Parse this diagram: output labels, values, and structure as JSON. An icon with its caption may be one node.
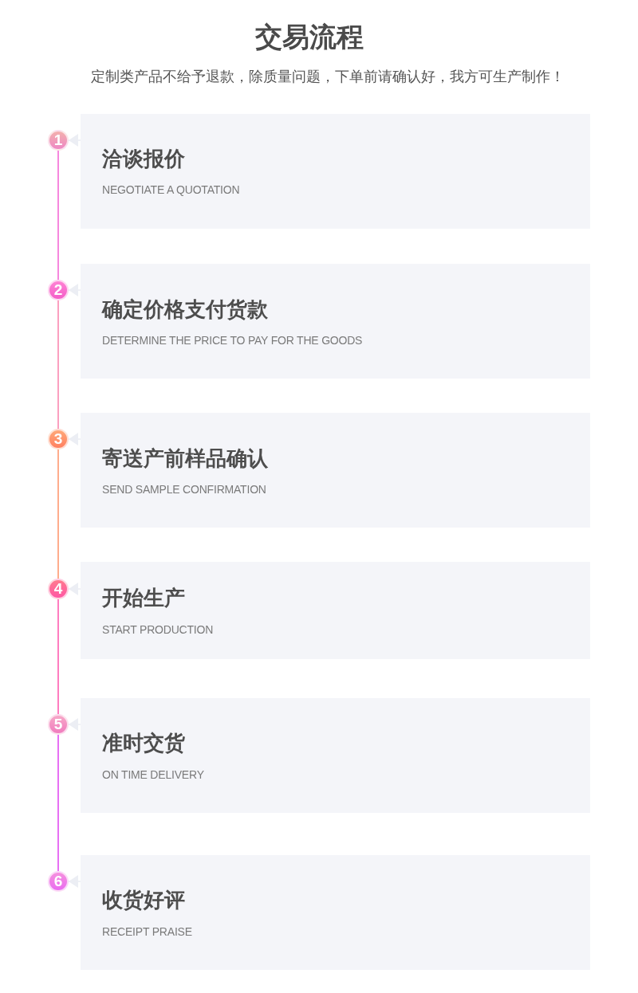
{
  "diagram": {
    "title": "交易流程",
    "nodes": [
      {
        "text": [
          "1"
        ]
      },
      {
        "text": [
          "洽谈报价",
          "NEGOTIATE A QUOTATION"
        ]
      },
      {
        "text": [
          "2"
        ]
      },
      {
        "text": [
          "确定价格支付货款",
          "DETERMINE THE PRICE TO PAY FOR THE GOODS"
        ]
      },
      {
        "text": [
          "3"
        ]
      },
      {
        "text": [
          "寄送产前样品确认",
          "SEND SAMPLE CONFIRMATION"
        ]
      },
      {
        "text": [
          "4"
        ]
      },
      {
        "text": [
          "开始生产",
          "START PRODUCTION"
        ]
      },
      {
        "text": [
          "5"
        ]
      },
      {
        "text": [
          "准时交货",
          "ON TIME DELIVERY"
        ]
      },
      {
        "text": [
          "6"
        ]
      },
      {
        "text": [
          "收货好评",
          "RECEIPT PRAISE"
        ]
      }
    ],
    "edges": [
      {
        "from": 1,
        "to": 0,
        "arrow": "to",
        "color": "#eceef4"
      },
      {
        "from": 0,
        "to": 2,
        "arrow": "none",
        "color": "#f46ad6"
      },
      {
        "from": 3,
        "to": 2,
        "arrow": "to",
        "color": "#eceef4"
      },
      {
        "from": 2,
        "to": 4,
        "arrow": "none",
        "color": "#fa88b0"
      },
      {
        "from": 5,
        "to": 4,
        "arrow": "to",
        "color": "#eceef4"
      },
      {
        "from": 4,
        "to": 6,
        "arrow": "none",
        "color": "#ff9870"
      },
      {
        "from": 7,
        "to": 6,
        "arrow": "to",
        "color": "#eceef4"
      },
      {
        "from": 6,
        "to": 8,
        "arrow": "none",
        "color": "#ff5cb0"
      },
      {
        "from": 9,
        "to": 8,
        "arrow": "to",
        "color": "#eceef4"
      },
      {
        "from": 8,
        "to": 10,
        "arrow": "none",
        "color": "#e24cf2"
      },
      {
        "from": 11,
        "to": 10,
        "arrow": "to",
        "color": "#eceef4"
      }
    ],
    "labels": [
      "定制类产品不给予退款，除质量问题，下单前请确认好，我方可生产制作！"
    ]
  }
}
